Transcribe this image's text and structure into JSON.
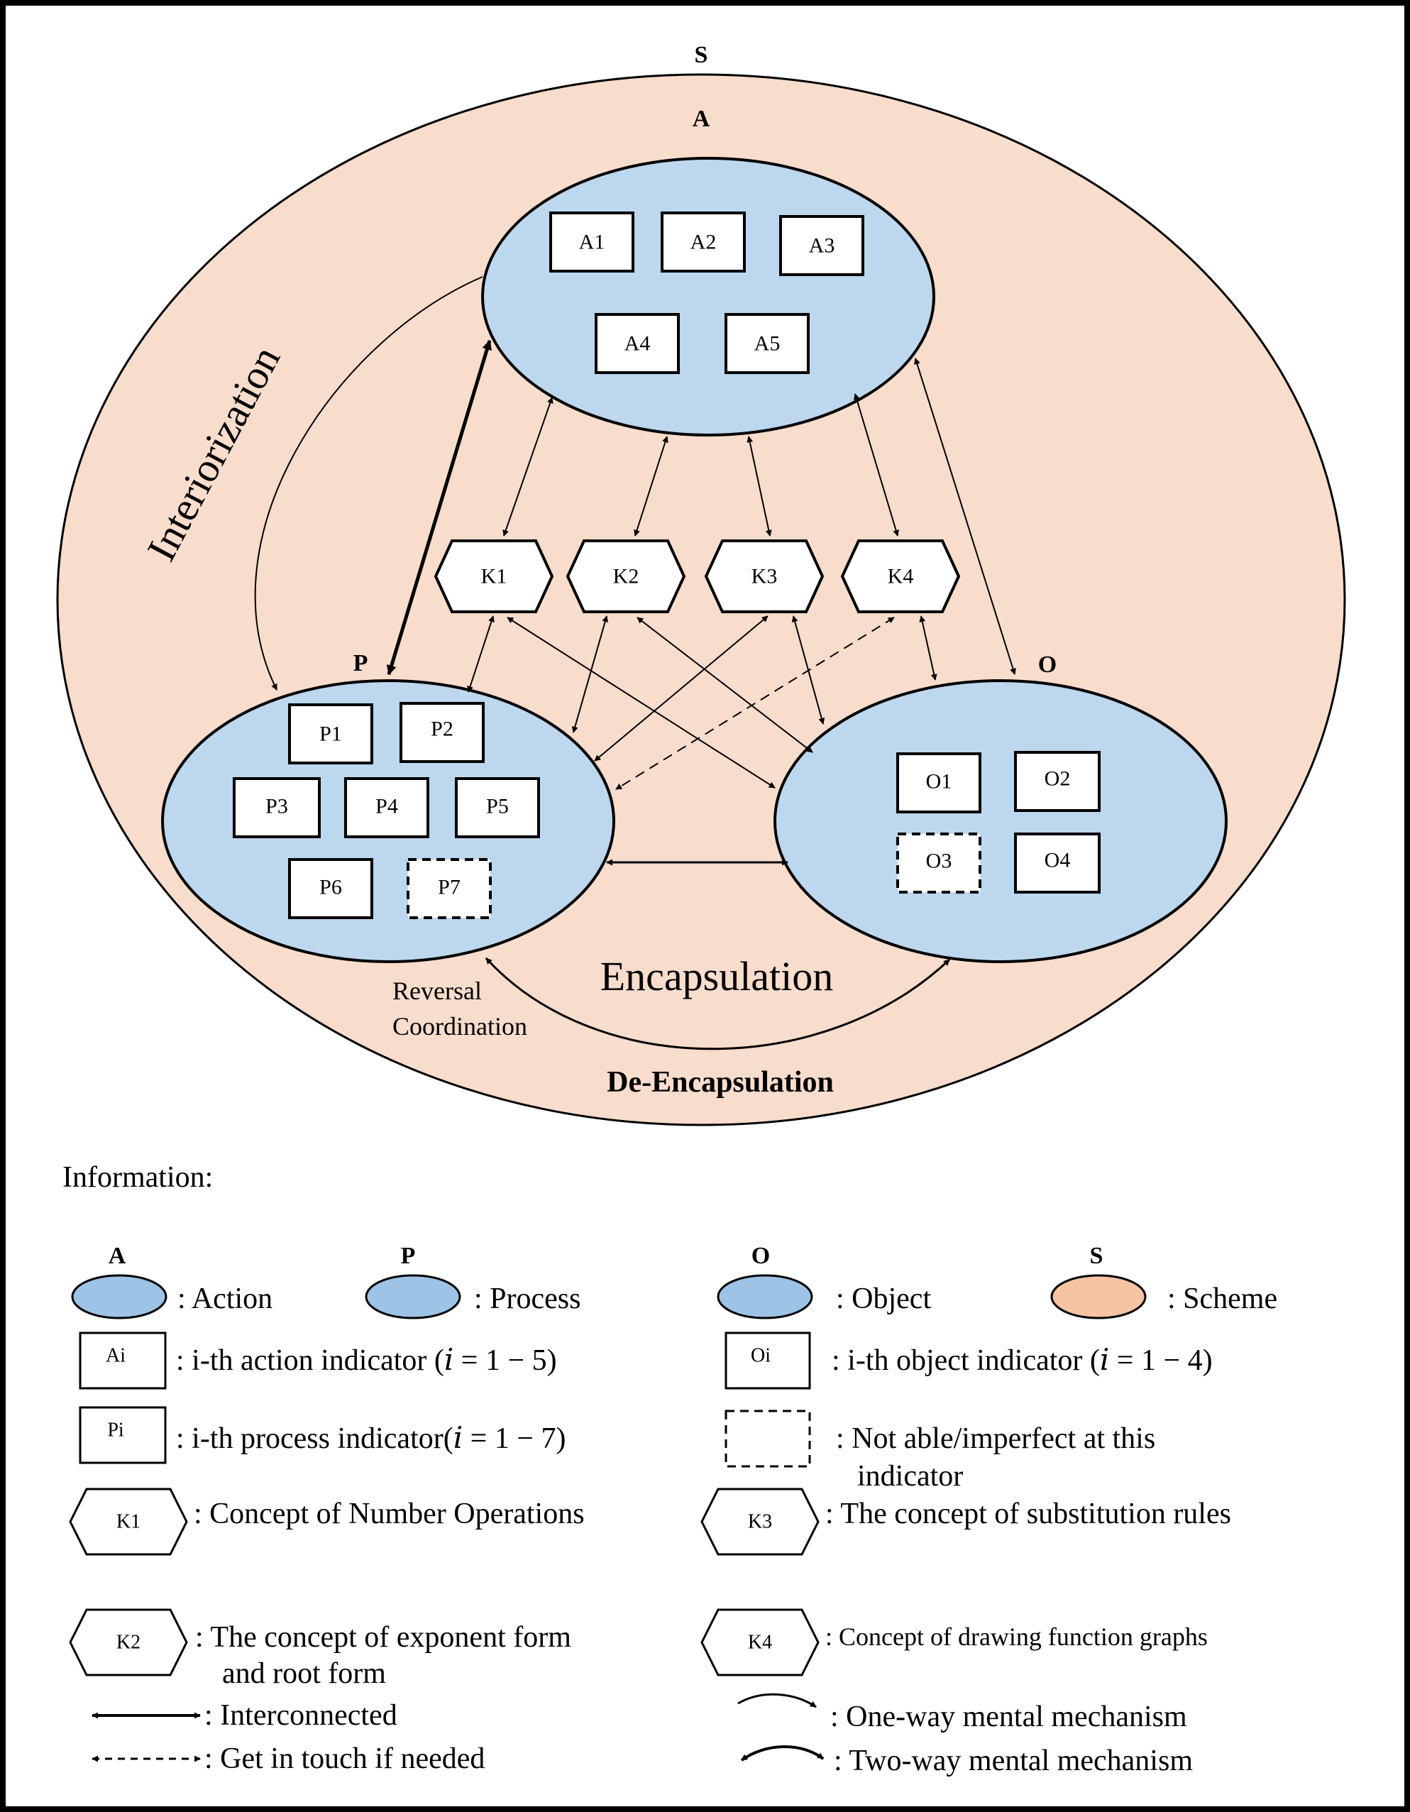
{
  "colors": {
    "scheme_fill": "#f8dccc",
    "ellipse_fill": "#bdd7ee",
    "stroke": "#000000",
    "legend_blue": "#9dc3e6",
    "legend_orange": "#f6c3a3"
  },
  "diagram": {
    "scheme_label": "S",
    "action_label": "A",
    "process_label": "P",
    "object_label": "O",
    "action_indicators": [
      "A1",
      "A2",
      "A3",
      "A4",
      "A5"
    ],
    "process_indicators": [
      "P1",
      "P2",
      "P3",
      "P4",
      "P5",
      "P6",
      "P7"
    ],
    "object_indicators": [
      "O1",
      "O2",
      "O3",
      "O4"
    ],
    "concepts": [
      "K1",
      "K2",
      "K3",
      "K4"
    ],
    "interiorization": "Interiorization",
    "encapsulation": "Encapsulation",
    "de_encapsulation": "De-Encapsulation",
    "reversal": "Reversal",
    "coordination": "Coordination"
  },
  "legend": {
    "title": "Information:",
    "action": {
      "letter": "A",
      "text": ": Action"
    },
    "process": {
      "letter": "P",
      "text": ": Process"
    },
    "object": {
      "letter": "O",
      "text": ": Object"
    },
    "scheme": {
      "letter": "S",
      "text": ": Scheme"
    },
    "ai": {
      "box": "Ai",
      "text": ": i-th action indicator (𝑖 = 1 − 5)"
    },
    "oi": {
      "box": "Oi",
      "text": ": i-th object indicator (𝑖 = 1 − 4)"
    },
    "pi": {
      "box": "Pi",
      "text": ": i-th process indicator(𝑖 = 1 − 7)"
    },
    "dashed": {
      "line1": ": Not able/imperfect at this",
      "line2": "indicator"
    },
    "k1": {
      "box": "K1",
      "text": ": Concept of Number Operations"
    },
    "k3": {
      "box": "K3",
      "text": ": The concept of substitution rules"
    },
    "k2": {
      "box": "K2",
      "line1": ": The concept of exponent form",
      "line2": "and root form"
    },
    "k4": {
      "box": "K4",
      "text": ": Concept of drawing function graphs"
    },
    "interconnected": ": Interconnected",
    "touch": ": Get in touch if needed",
    "oneway": ": One-way mental mechanism",
    "twoway": ": Two-way mental mechanism"
  }
}
